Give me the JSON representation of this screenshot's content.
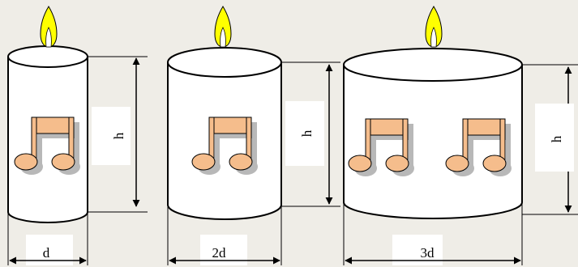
{
  "colors": {
    "background": "#efede7",
    "candle_body": "#ffffff",
    "outline": "#000000",
    "flame_outer": "#ffff00",
    "note_fill": "#f5bd8c",
    "note_shadow": "#b8b8b8",
    "label_box": "#ffffff"
  },
  "candles": [
    {
      "label_width": "d",
      "label_height": "h",
      "note_count": 1,
      "flame": "yellow-flame-icon",
      "note_icon": "music-note-icon"
    },
    {
      "label_width": "2d",
      "label_height": "h",
      "note_count": 1,
      "flame": "yellow-flame-icon",
      "note_icon": "music-note-icon"
    },
    {
      "label_width": "3d",
      "label_height": "h",
      "note_count": 2,
      "flame": "yellow-flame-icon",
      "note_icon": "music-note-icon"
    }
  ]
}
